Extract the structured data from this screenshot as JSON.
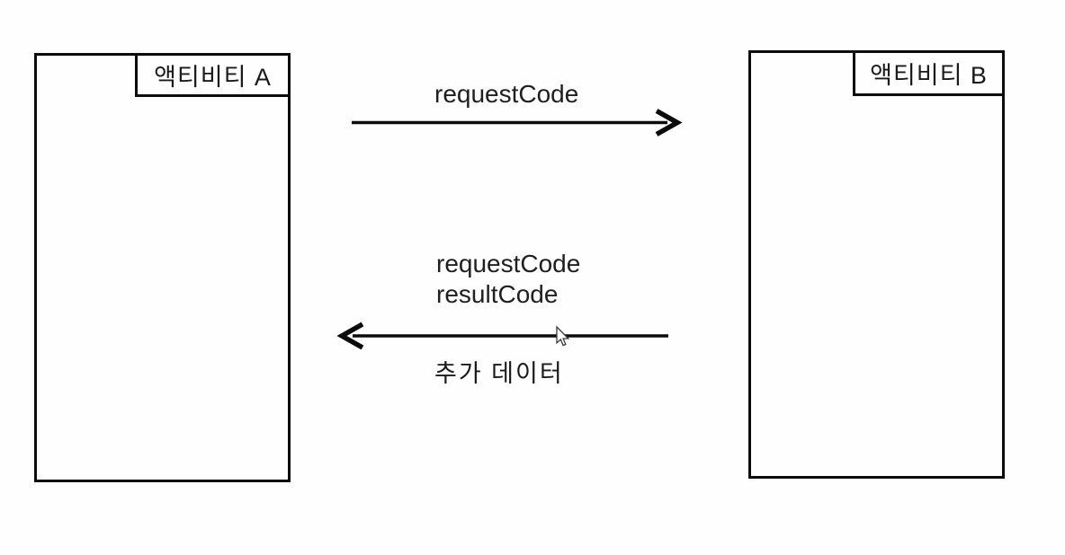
{
  "colors": {
    "background": "#fefefe",
    "line": "#0c0c0c",
    "text": "#1f1f1f"
  },
  "activity_a": {
    "label": "액티비티 A"
  },
  "activity_b": {
    "label": "액티비티 B"
  },
  "request_arrow": {
    "direction": "right",
    "label": "requestCode"
  },
  "result_arrow": {
    "direction": "left",
    "label_line1": "requestCode",
    "label_line2": "resultCode",
    "label_below": "추가 데이터"
  },
  "cursor": {
    "type": "arrow-pointer"
  }
}
